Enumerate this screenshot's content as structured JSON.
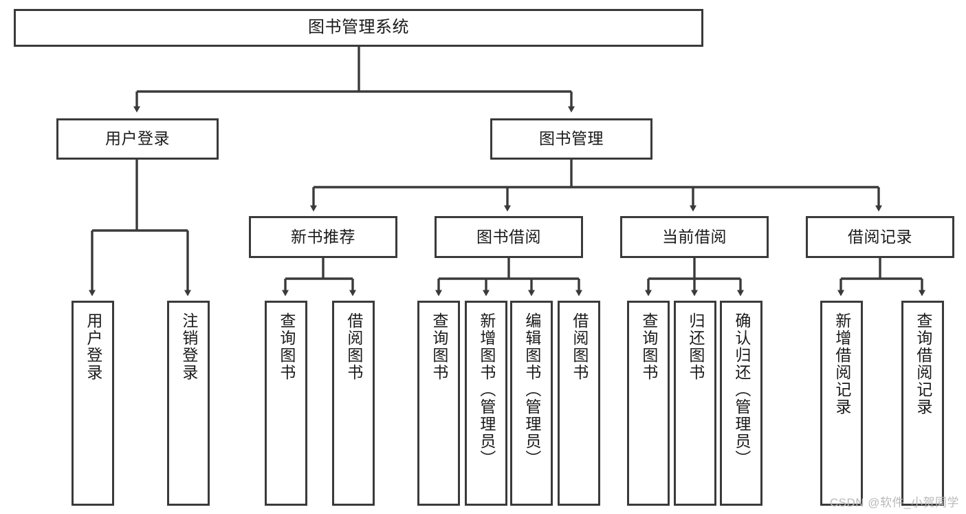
{
  "diagram": {
    "title": "图书管理系统",
    "type": "tree-hierarchy-diagram",
    "watermark": "CSDN @软件_小贺同学",
    "colors": {
      "box_border": "#3a3a3a",
      "box_fill": "#ffffff",
      "edge": "#3a3a3a",
      "text": "#1a1a1a",
      "watermark": "#b9b9b9",
      "background": "#ffffff"
    }
  },
  "nodes": {
    "root": {
      "label": "图书管理系统"
    },
    "level1": [
      {
        "label": "用户登录"
      },
      {
        "label": "图书管理"
      }
    ],
    "level2": [
      {
        "label": "新书推荐"
      },
      {
        "label": "图书借阅"
      },
      {
        "label": "当前借阅"
      },
      {
        "label": "借阅记录"
      }
    ],
    "leaves": {
      "user_login": [
        {
          "label": "用户登录"
        },
        {
          "label": "注销登录"
        }
      ],
      "new_book_recommend": [
        {
          "label": "查询图书"
        },
        {
          "label": "借阅图书"
        }
      ],
      "book_borrow": [
        {
          "label": "查询图书"
        },
        {
          "label": "新增图书（管理员）"
        },
        {
          "label": "编辑图书（管理员）"
        },
        {
          "label": "借阅图书"
        }
      ],
      "current_borrow": [
        {
          "label": "查询图书"
        },
        {
          "label": "归还图书"
        },
        {
          "label": "确认归还（管理员）"
        }
      ],
      "borrow_record": [
        {
          "label": "新增借阅记录"
        },
        {
          "label": "查询借阅记录"
        }
      ]
    }
  }
}
